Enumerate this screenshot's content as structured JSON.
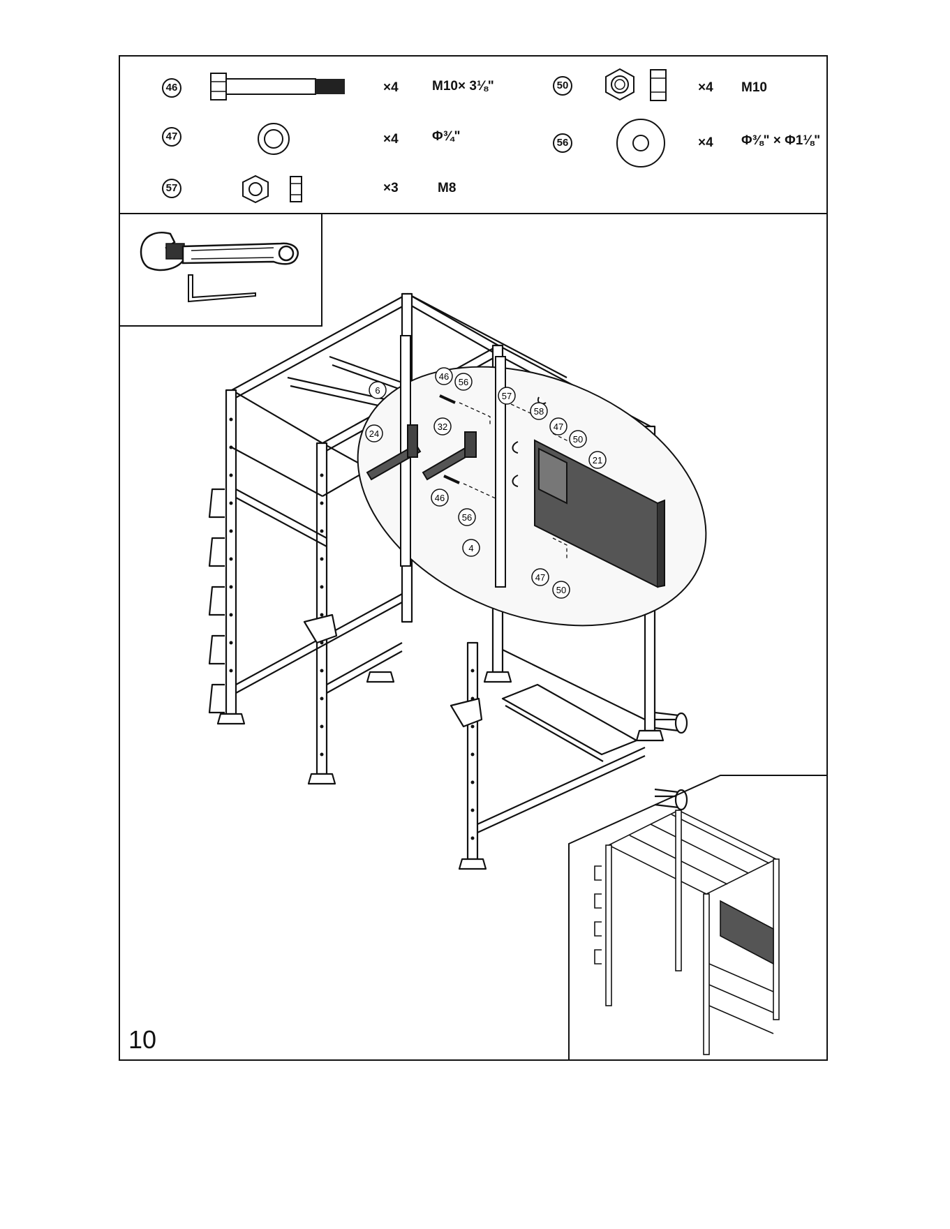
{
  "step": {
    "number": "10"
  },
  "hardware": [
    {
      "part": "46",
      "qty": "×4",
      "spec": "M10× 3⅛\"",
      "icon": "bolt-icon"
    },
    {
      "part": "47",
      "qty": "×4",
      "spec": "Φ¾\"",
      "icon": "washer-icon"
    },
    {
      "part": "57",
      "qty": "×3",
      "spec": "M8",
      "icon": "nut-icon"
    },
    {
      "part": "50",
      "qty": "×4",
      "spec": "M10",
      "icon": "nut-icon"
    },
    {
      "part": "56",
      "qty": "×4",
      "spec": "Φ⅜\" × Φ1⅛\"",
      "icon": "large-washer-icon"
    }
  ],
  "tools": [
    "wrench-icon",
    "hex-key-icon"
  ],
  "callouts": {
    "c46a": "46",
    "c56a": "56",
    "c6": "6",
    "c57": "57",
    "c58": "58",
    "c24": "24",
    "c32": "32",
    "c47a": "47",
    "c50a": "50",
    "c21": "21",
    "c46b": "46",
    "c56b": "56",
    "c4": "4",
    "c47b": "47",
    "c50b": "50"
  },
  "colors": {
    "line": "#111111",
    "panel": "#555555",
    "paper": "#ffffff",
    "bubble": "#f4f4f4"
  }
}
